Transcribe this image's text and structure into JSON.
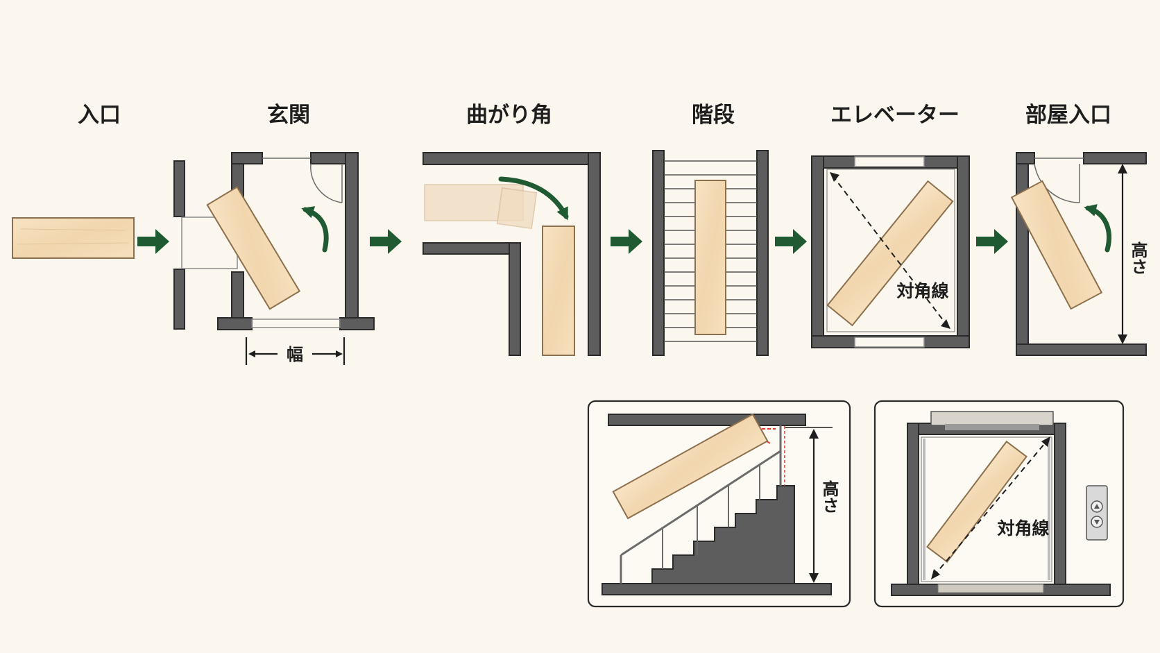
{
  "steps": [
    {
      "label": "入口"
    },
    {
      "label": "玄関"
    },
    {
      "label": "曲がり角"
    },
    {
      "label": "階段"
    },
    {
      "label": "エレベーター"
    },
    {
      "label": "部屋入口"
    }
  ],
  "dimensions": {
    "width": "幅",
    "height": "高さ",
    "diagonal": "対角線"
  },
  "detail_panels": {
    "stairs_side": {
      "height": "高さ"
    },
    "elevator_front": {
      "diagonal": "対角線"
    }
  },
  "colors": {
    "background": "#fbf7ee",
    "wall": "#5d5d5d",
    "board": "#f3dcb9",
    "arrow": "#1f5a33",
    "clearance_marker": "#e23b2e"
  }
}
